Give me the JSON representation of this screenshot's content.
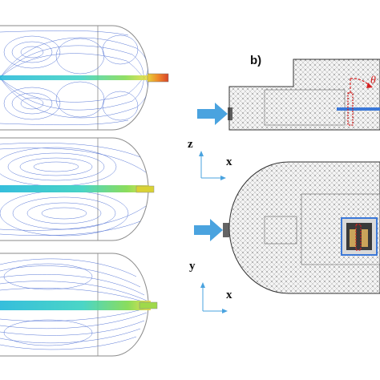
{
  "figure": {
    "panel_b_label": "b)",
    "axes_top": {
      "vertical": "z",
      "horizontal": "x"
    },
    "axes_bottom": {
      "vertical": "y",
      "horizontal": "x"
    },
    "angle_symbol": "θ"
  },
  "colors": {
    "streamline_blue": "#3a5fcf",
    "jet_cyan": "#29c6e0",
    "jet_green": "#6fd64a",
    "jet_yellow": "#f0e03a",
    "inlet_arrow": "#4aa3df",
    "mesh_gray": "#7a7a7a",
    "angle_red": "#d42020"
  },
  "icons": {
    "inlet_arrow_top": "arrow-right-icon",
    "inlet_arrow_bottom": "arrow-right-icon",
    "axis_arrow": "axis-arrows-icon"
  }
}
